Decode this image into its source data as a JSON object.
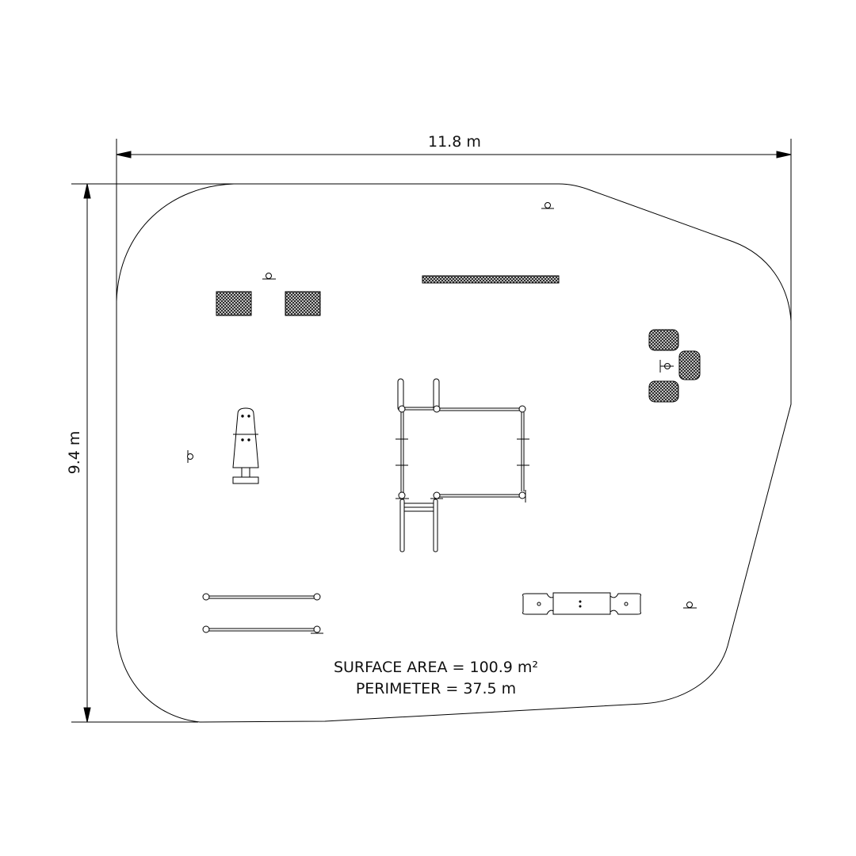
{
  "dimensions": {
    "width_label": "11.8 m",
    "height_label": "9.4 m"
  },
  "summary": {
    "surface_area_label": "SURFACE AREA =",
    "surface_area_value": "100.9 m²",
    "perimeter_label": "PERIMETER =",
    "perimeter_value": "37.5 m"
  },
  "colors": {
    "line": "#000000",
    "hatch_fill": "#2a2a2a",
    "background": "#ffffff"
  }
}
